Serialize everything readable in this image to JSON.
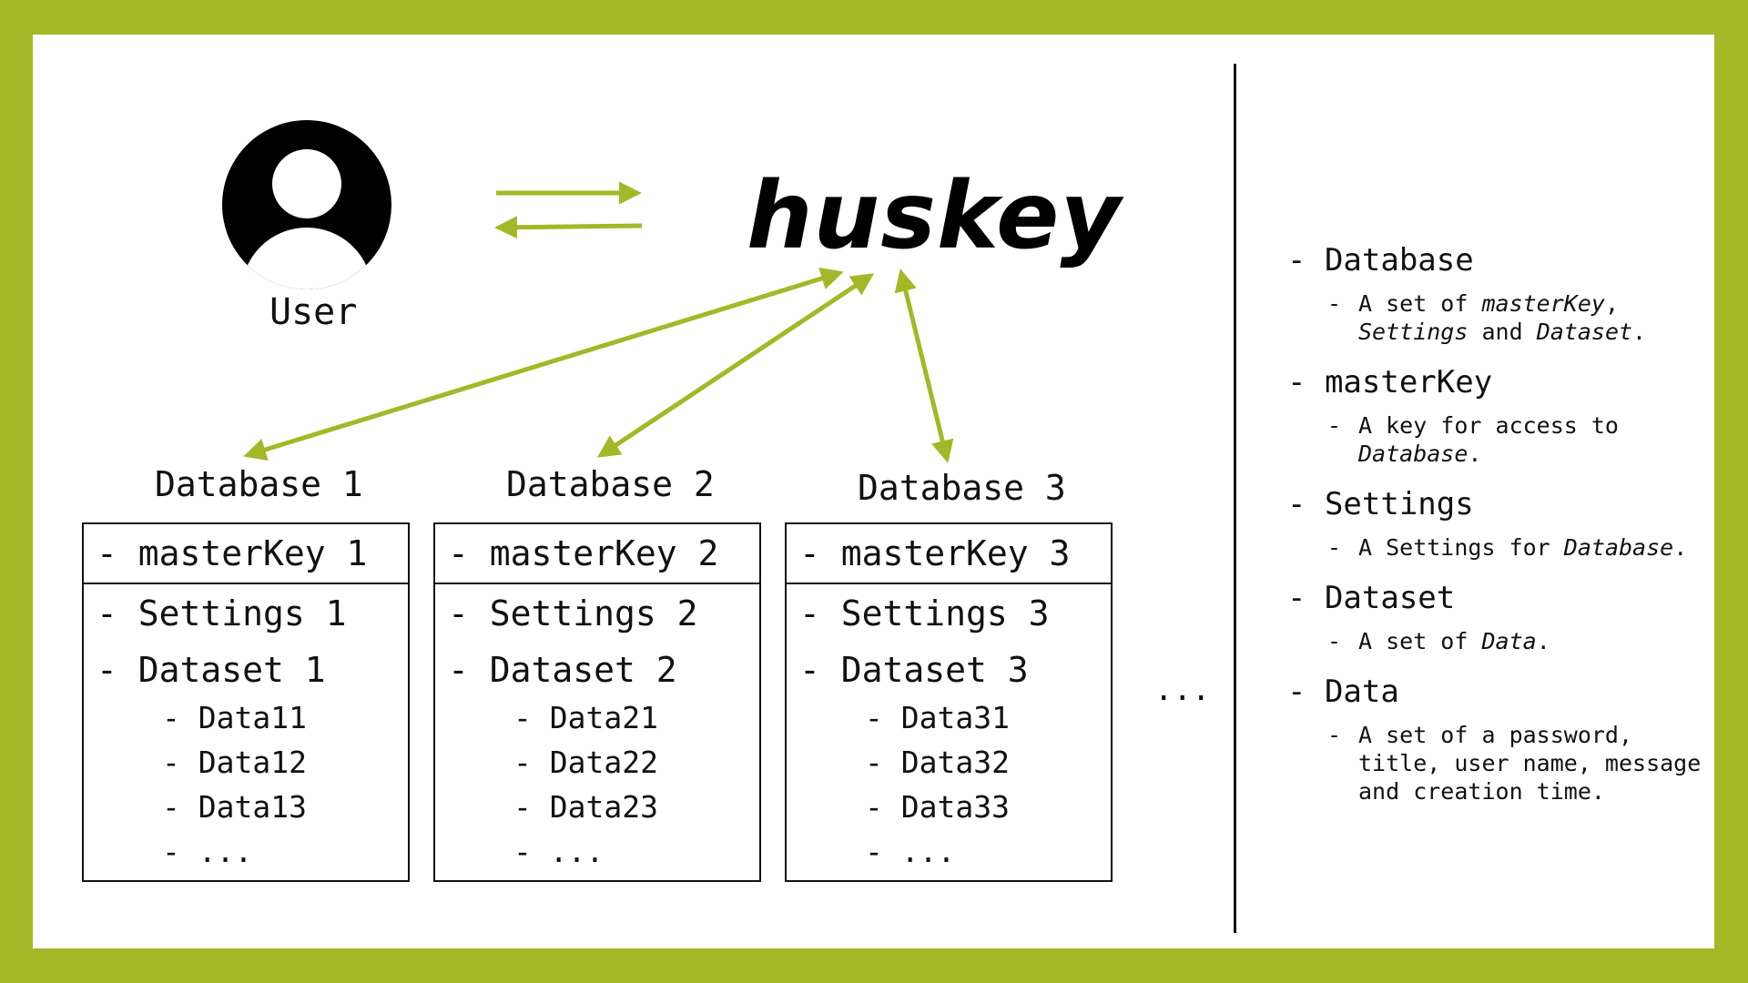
{
  "user": {
    "label": "User"
  },
  "app": {
    "name": "huskey"
  },
  "databases": [
    {
      "title": "Database 1",
      "master_key": "- masterKey 1",
      "settings": "- Settings 1",
      "dataset": "- Dataset 1",
      "items": [
        "- Data11",
        "- Data12",
        "- Data13",
        "-  ..."
      ]
    },
    {
      "title": "Database 2",
      "master_key": "- masterKey 2",
      "settings": "- Settings 2",
      "dataset": "- Dataset 2",
      "items": [
        "- Data21",
        "- Data22",
        "- Data23",
        "-  ..."
      ]
    },
    {
      "title": "Database 3",
      "master_key": "- masterKey 3",
      "settings": "- Settings 3",
      "dataset": "- Dataset 3",
      "items": [
        "- Data31",
        "- Data32",
        "- Data33",
        "-  ..."
      ]
    }
  ],
  "more_indicator": "...",
  "legend": [
    {
      "term": "- Database",
      "desc_parts": [
        [
          "A set of ",
          false
        ],
        [
          "masterKey",
          true
        ],
        [
          ", ",
          false
        ],
        [
          "Settings",
          true
        ],
        [
          " and ",
          false
        ],
        [
          "Dataset",
          true
        ],
        [
          ".",
          false
        ]
      ]
    },
    {
      "term": "- masterKey",
      "desc_parts": [
        [
          "A key for access to ",
          false
        ],
        [
          "Database",
          true
        ],
        [
          ".",
          false
        ]
      ]
    },
    {
      "term": "- Settings",
      "desc_parts": [
        [
          "A Settings for ",
          false
        ],
        [
          "Database",
          true
        ],
        [
          ".",
          false
        ]
      ]
    },
    {
      "term": "- Dataset",
      "desc_parts": [
        [
          "A set of ",
          false
        ],
        [
          "Data",
          true
        ],
        [
          ".",
          false
        ]
      ]
    },
    {
      "term": "- Data",
      "desc_parts": [
        [
          "A set of a password, title, user name, message and creation time.",
          false
        ]
      ]
    }
  ],
  "colors": {
    "accent": "#a4b827",
    "ink": "#111111",
    "background": "#ffffff"
  },
  "icons": {
    "user": "user-avatar-icon"
  }
}
